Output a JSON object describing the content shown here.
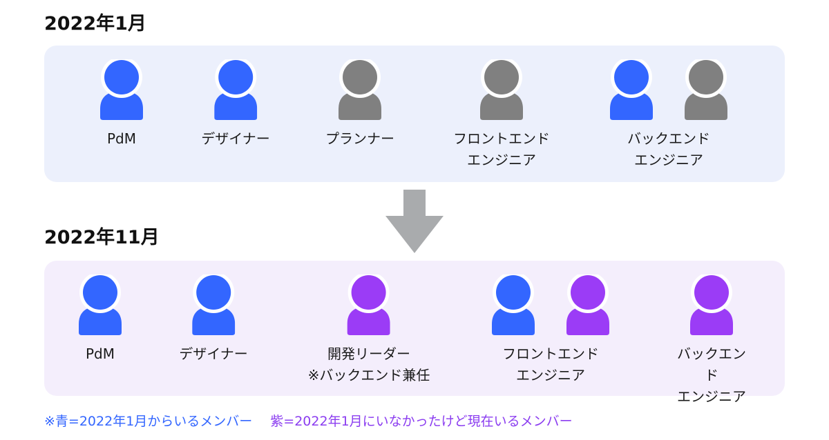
{
  "colors": {
    "blue": "#3366ff",
    "purple": "#9b3cf6",
    "gray": "#808080",
    "arrow": "#a9abad"
  },
  "sections": [
    {
      "title": "2022年1月",
      "roles": [
        {
          "label": "PdM",
          "people": [
            "blue"
          ]
        },
        {
          "label": "デザイナー",
          "people": [
            "blue"
          ]
        },
        {
          "label": "プランナー",
          "people": [
            "gray"
          ]
        },
        {
          "label": "フロントエンド\nエンジニア",
          "people": [
            "gray"
          ]
        },
        {
          "label": "バックエンド\nエンジニア",
          "people": [
            "blue",
            "gray"
          ]
        }
      ]
    },
    {
      "title": "2022年11月",
      "roles": [
        {
          "label": "PdM",
          "people": [
            "blue"
          ]
        },
        {
          "label": "デザイナー",
          "people": [
            "blue"
          ]
        },
        {
          "label": "開発リーダー\n※バックエンド兼任",
          "people": [
            "purple"
          ]
        },
        {
          "label": "フロントエンド\nエンジニア",
          "people": [
            "blue",
            "purple"
          ]
        },
        {
          "label": "バックエンド\nエンジニア",
          "people": [
            "purple"
          ]
        }
      ]
    }
  ],
  "legend": {
    "blue_text": "※青=2022年1月からいるメンバー",
    "purple_text": "紫=2022年1月にいなかったけど現在いるメンバー"
  }
}
